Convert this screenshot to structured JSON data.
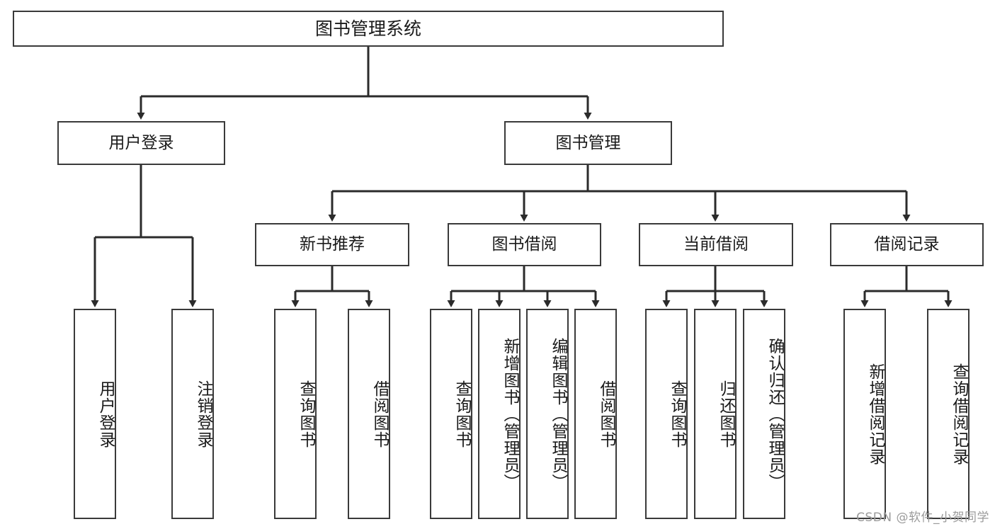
{
  "diagram": {
    "title": "图书管理系统",
    "type": "tree",
    "root": {
      "label": "图书管理系统"
    },
    "level2": [
      {
        "label": "用户登录"
      },
      {
        "label": "图书管理"
      }
    ],
    "level3": [
      {
        "label": "新书推荐"
      },
      {
        "label": "图书借阅"
      },
      {
        "label": "当前借阅"
      },
      {
        "label": "借阅记录"
      }
    ],
    "leaves": {
      "user_login": [
        {
          "label": "用户登录"
        },
        {
          "label": "注销登录"
        }
      ],
      "new_book_recommend": [
        {
          "label": "查询图书"
        },
        {
          "label": "借阅图书"
        }
      ],
      "book_borrow": [
        {
          "label": "查询图书"
        },
        {
          "label": "新增图书（管理员）"
        },
        {
          "label": "编辑图书（管理员）"
        },
        {
          "label": "借阅图书"
        }
      ],
      "current_borrow": [
        {
          "label": "查询图书"
        },
        {
          "label": "归还图书"
        },
        {
          "label": "确认归还（管理员）"
        }
      ],
      "borrow_record": [
        {
          "label": "新增借阅记录"
        },
        {
          "label": "查询借阅记录"
        }
      ]
    },
    "colors": {
      "border": "#3a3a3a",
      "background": "#ffffff",
      "text": "#1a1a1a",
      "edge": "#2b2b2b",
      "watermark": "#9b9b9b"
    }
  },
  "watermark": {
    "text": "CSDN @软件_小贺同学"
  }
}
